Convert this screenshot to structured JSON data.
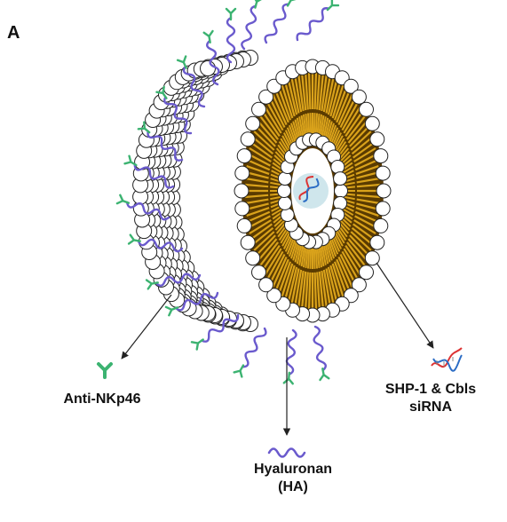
{
  "figure": {
    "panel_letter": "A",
    "labels": {
      "antibody": "Anti-NKp46",
      "hyaluronan_line1": "Hyaluronan",
      "hyaluronan_line2": "(HA)",
      "sirna_line1": "SHP-1 & Cbls",
      "sirna_line2": "siRNA"
    },
    "colors": {
      "antibody_green": "#3cb371",
      "ha_purple": "#6a5acd",
      "lipid_tail_gold": "#d9a21b",
      "lipid_tail_dark": "#5a3b00",
      "lipid_head": "#ffffff",
      "core_water": "#cfe6ec",
      "dna_red": "#d33",
      "dna_blue": "#2b6cc4"
    },
    "icons": [
      "antibody-icon",
      "hyaluronan-icon",
      "sirna-helix-icon"
    ]
  }
}
